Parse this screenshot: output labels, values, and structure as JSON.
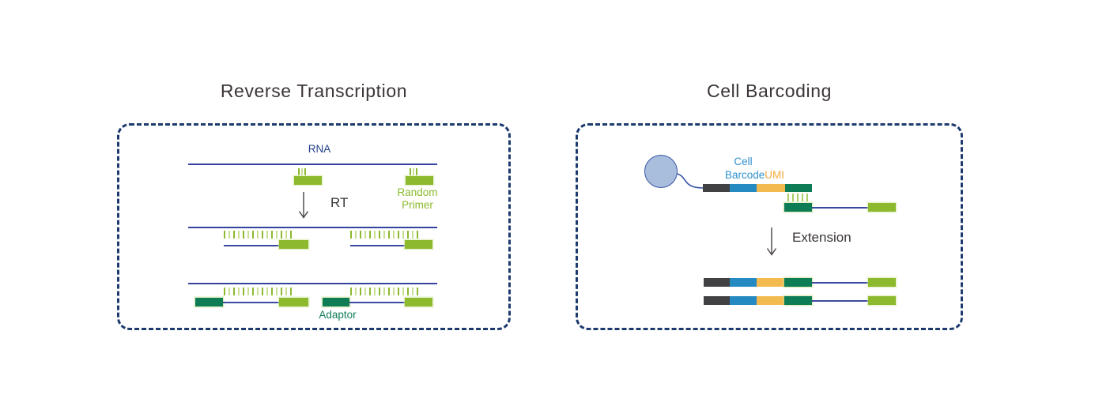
{
  "rt_panel": {
    "title": "Reverse Transcription",
    "rna_label": "RNA",
    "rt_label": "RT",
    "random_primer_label": "Random Primer",
    "adaptor_label": "Adaptor"
  },
  "cb_panel": {
    "title": "Cell Barcoding",
    "cell_label": "Cell",
    "barcode_label": "Barcode",
    "umi_label": "UMI",
    "extension_label": "Extension"
  },
  "colors": {
    "panel_border": "#1d3a6e",
    "strand_line": "#34449c",
    "navy_text": "#21408c",
    "light_green_segment": "#8cb92e",
    "teal_green_segment": "#0e7d56",
    "dark_gray_segment": "#414042",
    "blue_segment": "#268ac2",
    "orange_segment": "#f3ba50",
    "bead_fill": "#a9bddd",
    "bead_stroke": "#3a57a5",
    "title_text": "#3b3537",
    "blue_label_text": "#2f90cf",
    "orange_label_text": "#f5ab3d"
  }
}
